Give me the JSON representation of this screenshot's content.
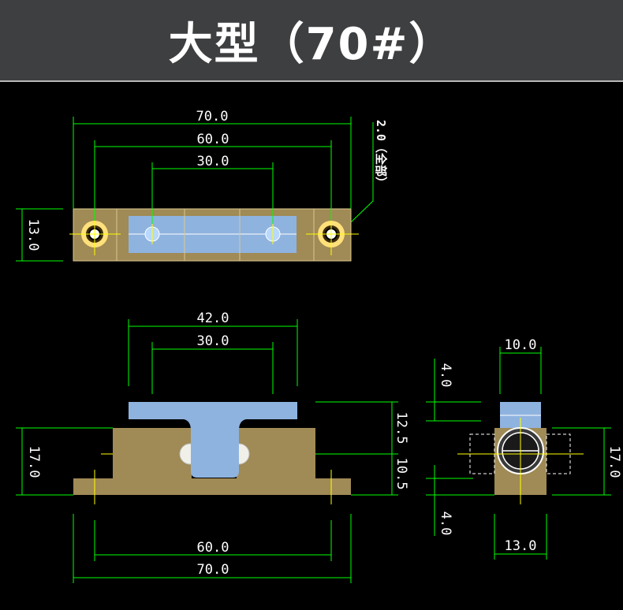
{
  "title": "大型（70#）",
  "colors": {
    "background": "#000000",
    "banner": "#3e3f41",
    "dimension_line": "#00ff00",
    "body": "#a08a55",
    "clip": "#8fb3df",
    "center_line": "#ffff00",
    "hole": "#ffe07a"
  },
  "top_view": {
    "dim_overall": "70.0",
    "dim_holes": "60.0",
    "dim_clip": "30.0",
    "dim_height": "13.0",
    "hole_note": "2.0（全部）"
  },
  "front_view": {
    "dim_clip_width": "42.0",
    "dim_clip_inner": "30.0",
    "dim_total_height": "17.0",
    "dim_upper": "12.5",
    "dim_lower": "10.5",
    "dim_bottom_holes": "60.0",
    "dim_bottom_overall": "70.0"
  },
  "side_view": {
    "dim_top_width": "10.0",
    "dim_top_offset": "4.0",
    "dim_bottom_offset": "4.0",
    "dim_height": "17.0",
    "dim_bottom_width": "13.0"
  }
}
